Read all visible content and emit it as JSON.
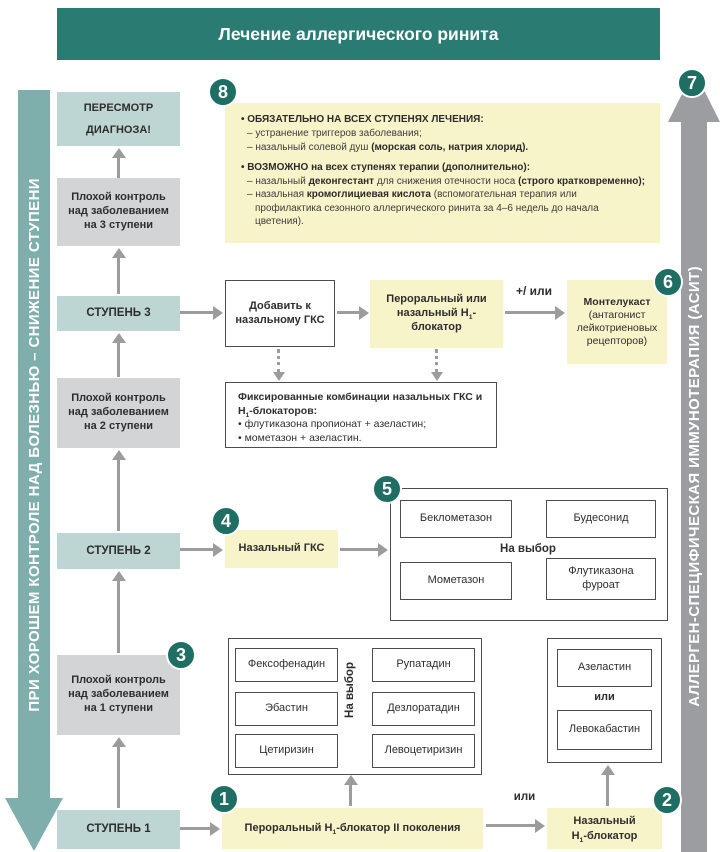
{
  "header": {
    "title": "Лечение аллергического ринита"
  },
  "side_arrows": {
    "left_label": "ПРИ ХОРОШЕМ КОНТРОЛЕ НАД БОЛЕЗНЬЮ – СНИЖЕНИЕ СТУПЕНИ",
    "right_label": "АЛЛЕРГЕН-СПЕЦИФИЧЕСКАЯ ИММУНОТЕРАПИЯ (АСИТ)"
  },
  "badges": {
    "n1": "1",
    "n2": "2",
    "n3": "3",
    "n4": "4",
    "n5": "5",
    "n6": "6",
    "n7": "7",
    "n8": "8"
  },
  "ladder": {
    "review": "ПЕРЕСМОТР ДИАГНОЗА!",
    "poor_control_3": "Плохой контроль над заболеванием на 3 ступени",
    "step_3": "СТУПЕНЬ 3",
    "poor_control_2": "Плохой контроль над заболеванием на 2 ступени",
    "step_2": "СТУПЕНЬ 2",
    "poor_control_1": "Плохой контроль над заболеванием на 1 ступени",
    "step_1": "СТУПЕНЬ 1"
  },
  "info_box": {
    "p1_title": "• ОБЯЗАТЕЛЬНО НА ВСЕХ СТУПЕНЯХ ЛЕЧЕНИЯ:",
    "p1_l1": "– устранение триггеров заболевания;",
    "p1_l2a": "– назальный солевой душ ",
    "p1_l2b": "(морская соль, натрия хлорид).",
    "p2_title": "• ВОЗМОЖНО на всех ступенях терапии (дополнительно):",
    "p2_l1a": "– назальный ",
    "p2_l1b": "деконгестант",
    "p2_l1c": " для снижения отечности носа ",
    "p2_l1d": "(строго кратковременно);",
    "p2_l2a": "– назальная ",
    "p2_l2b": "кромоглициевая кислота",
    "p2_l2c": " (вспомогательная терапия или профилактика сезонного аллергического ринита за 4–6 недель до начала цветения)."
  },
  "step3_row": {
    "add_to_gks": "Добавить к назальному ГКС",
    "h1_blocker": {
      "pre": "Пероральный или назальный Н",
      "sub": "1",
      "post": "-блокатор"
    },
    "plus_or": "+/ или",
    "montelukast_title": "Монтелукаст",
    "montelukast_sub": "(антагонист лейкотриеновых рецепторов)"
  },
  "combo_box": {
    "title": {
      "pre": "Фиксированные комбинации назальных ГКС и Н",
      "sub": "1",
      "post": "-блокаторов:"
    },
    "items": [
      "• флутиказона пропионат + азеластин;",
      "• мометазон + азеластин."
    ]
  },
  "step2_row": {
    "nasal_gks": "Назальный ГКС",
    "choice_label": "На выбор",
    "options": [
      "Беклометазон",
      "Будесонид",
      "Мометазон",
      "Флутиказона фуроат"
    ]
  },
  "step1_row": {
    "choice_label": "На выбор",
    "oral_options_left": [
      "Фексофенадин",
      "Эбастин",
      "Цетиризин"
    ],
    "oral_options_right": [
      "Рупатадин",
      "Дезлоратадин",
      "Левоцетиризин"
    ],
    "nasal_options": [
      "Азеластин",
      "Левокабастин"
    ],
    "nasal_or": "или"
  },
  "bottom_row": {
    "oral_blocker": {
      "pre": "Пероральный Н",
      "sub": "1",
      "post": "-блокатор II поколения"
    },
    "or_label": "или",
    "nasal_blocker": {
      "line1": "Назальный",
      "pre": "Н",
      "sub": "1",
      "post": "-блокатор"
    }
  },
  "colors": {
    "header_teal": "#2a7c72",
    "badge_teal": "#1f6e64",
    "light_teal_box": "#bdd6d3",
    "gray_box": "#d3d4d6",
    "yellow_box": "#f8f4c9",
    "arrow_gray": "#9c9c9c",
    "left_arrow_teal": "#7fafac",
    "right_arrow_gray": "#9c9da1"
  }
}
